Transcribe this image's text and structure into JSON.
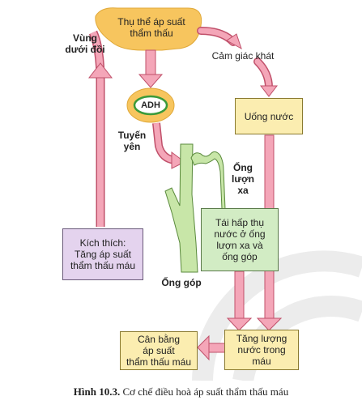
{
  "labels": {
    "hypothalamus": "Vùng\ndưới đồi",
    "receptor": "Thụ thể áp suất\nthẩm thấu",
    "thirst": "Cảm giác khát",
    "adh": "ADH",
    "pituitary": "Tuyến\nyên",
    "distal_tubule": "Ống\nlượn\nxa",
    "collecting_duct": "Ống góp",
    "drink": "Uống nước",
    "stimulus": "Kích thích:\nTăng áp suất\nthẩm thấu máu",
    "reabsorb": "Tái hấp thụ\nnước ở ống\nlượn xa và\nống góp",
    "increase": "Tăng lượng\nnước trong\nmáu",
    "balance": "Cân bằng\náp suất\nthẩm thấu máu"
  },
  "caption": {
    "number": "Hình 10.3.",
    "text": "Cơ chế điều hoà áp suất thẩm thấu máu"
  },
  "colors": {
    "arrow_fill": "#f4a6b8",
    "arrow_stroke": "#c0506a",
    "receptor_fill": "#f7c55e",
    "yellow_box": "#fbedb0",
    "purple_box": "#e4d3ee",
    "green_box": "#d2ecc4",
    "tubule_fill": "#c8e6a8",
    "tubule_stroke": "#5a8a3c",
    "watermark": "#ececec"
  }
}
